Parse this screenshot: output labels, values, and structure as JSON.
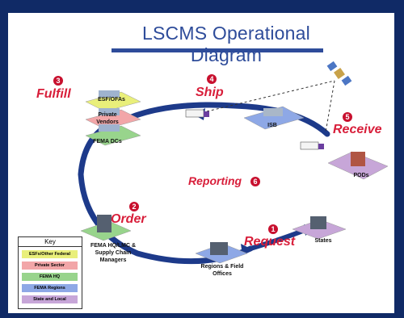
{
  "title": "LSCMS Operational Diagram",
  "steps": {
    "request": {
      "number": "1",
      "label": "Request"
    },
    "order": {
      "number": "2",
      "label": "Order"
    },
    "fulfill": {
      "number": "3",
      "label": "Fulfill"
    },
    "ship": {
      "number": "4",
      "label": "Ship"
    },
    "receive": {
      "number": "5",
      "label": "Receive"
    },
    "reporting": {
      "number": "6",
      "label": "Reporting"
    }
  },
  "nodes": {
    "esf": "ESF/OFAs",
    "private_vendors": "Private Vendors",
    "fema_dcs": "FEMA DCs",
    "isb": "ISB",
    "pods": "PODs",
    "fema_hq": "FEMA HQ/LMC & Supply Chain Managers",
    "regions": "Regions & Field Offices",
    "states": "States"
  },
  "key": {
    "title": "Key",
    "items": [
      {
        "label": "ESFs/Other Federal",
        "color": "#e9ef7a"
      },
      {
        "label": "Private Sector",
        "color": "#f2a6a8"
      },
      {
        "label": "FEMA HQ",
        "color": "#98d48c"
      },
      {
        "label": "FEMA Regions",
        "color": "#8ea8e6"
      },
      {
        "label": "State and Local",
        "color": "#c7a6d8"
      }
    ]
  },
  "colors": {
    "background": "#102a66",
    "title": "#2e4c9a",
    "step": "#d81e3a",
    "arrow": "#1d3a8a"
  }
}
